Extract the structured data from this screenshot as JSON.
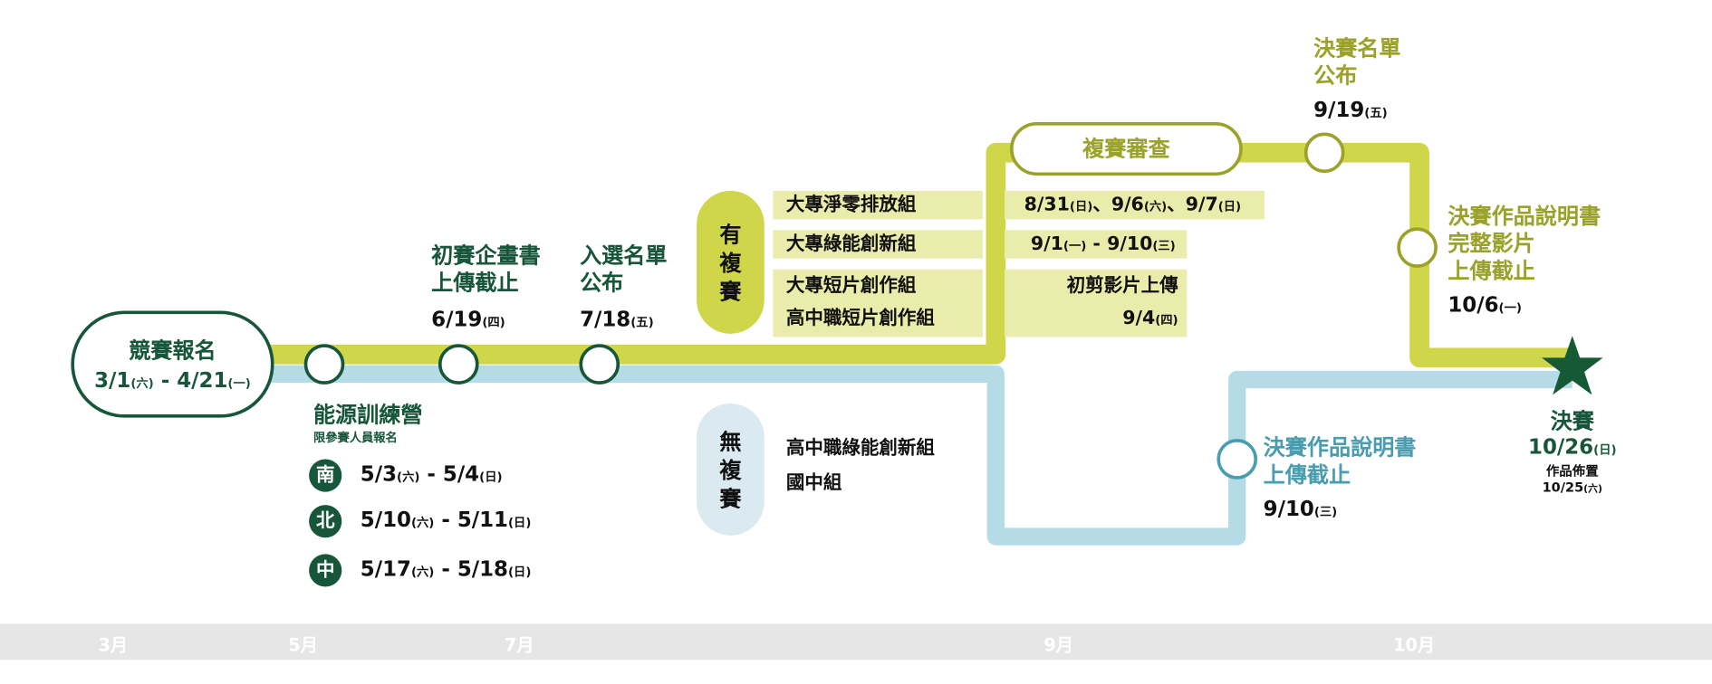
{
  "start": {
    "title": "競賽報名",
    "date": "3/1",
    "wd1": "(六)",
    "sep": " - ",
    "date2": "4/21",
    "wd2": "(一)"
  },
  "camp": {
    "title": "能源訓練營",
    "note": "限參賽人員報名",
    "sessions": [
      {
        "region": "南",
        "d1": "5/3",
        "w1": "(六)",
        "d2": "5/4",
        "w2": "(日)"
      },
      {
        "region": "北",
        "d1": "5/10",
        "w1": "(六)",
        "d2": "5/11",
        "w2": "(日)"
      },
      {
        "region": "中",
        "d1": "5/17",
        "w1": "(六)",
        "d2": "5/18",
        "w2": "(日)"
      }
    ]
  },
  "prelim": {
    "line1": "初賽企畫書",
    "line2": "上傳截止",
    "date": "6/19",
    "wd": "(四)"
  },
  "shortlist": {
    "line1": "入選名單",
    "line2": "公布",
    "date": "7/18",
    "wd": "(五)"
  },
  "with_semi": {
    "label": "有複賽",
    "groups": [
      "大專淨零排放組",
      "大專綠能創新組",
      "大專短片創作組",
      "高中職短片創作組"
    ],
    "d1": "8/31",
    "w1": "(日)",
    "d2": "9/6",
    "w2": "(六)",
    "d3": "9/7",
    "w3": "(日)",
    "sep2": "、",
    "r2a": "9/1",
    "r2w1": "(一)",
    "r2b": "9/10",
    "r2w2": "(三)",
    "r3title": "初剪影片上傳",
    "r3date": "9/4",
    "r3wd": "(四)"
  },
  "without_semi": {
    "label": "無複賽",
    "groups": [
      "高中職綠能創新組",
      "國中組"
    ]
  },
  "semi_review": {
    "title": "複賽審查"
  },
  "final_list": {
    "line1": "決賽名單",
    "line2": "公布",
    "date": "9/19",
    "wd": "(五)"
  },
  "final_video": {
    "line1": "決賽作品說明書",
    "line2": "完整影片",
    "line3": "上傳截止",
    "date": "10/6",
    "wd": "(一)"
  },
  "final_doc": {
    "line1": "決賽作品說明書",
    "line2": "上傳截止",
    "date": "9/10",
    "wd": "(三)"
  },
  "final": {
    "title": "決賽",
    "date": "10/26",
    "wd": "(日)",
    "setup": "作品佈置",
    "setup_date": "10/25",
    "setup_wd": "(六)"
  },
  "months": [
    "3月",
    "5月",
    "7月",
    "9月",
    "10月"
  ],
  "colors": {
    "dark_green": "#17563a",
    "olive": "#9aa22a",
    "lime": "#cfd64a",
    "light_blue": "#b5dce6",
    "blue": "#4a9db0"
  }
}
